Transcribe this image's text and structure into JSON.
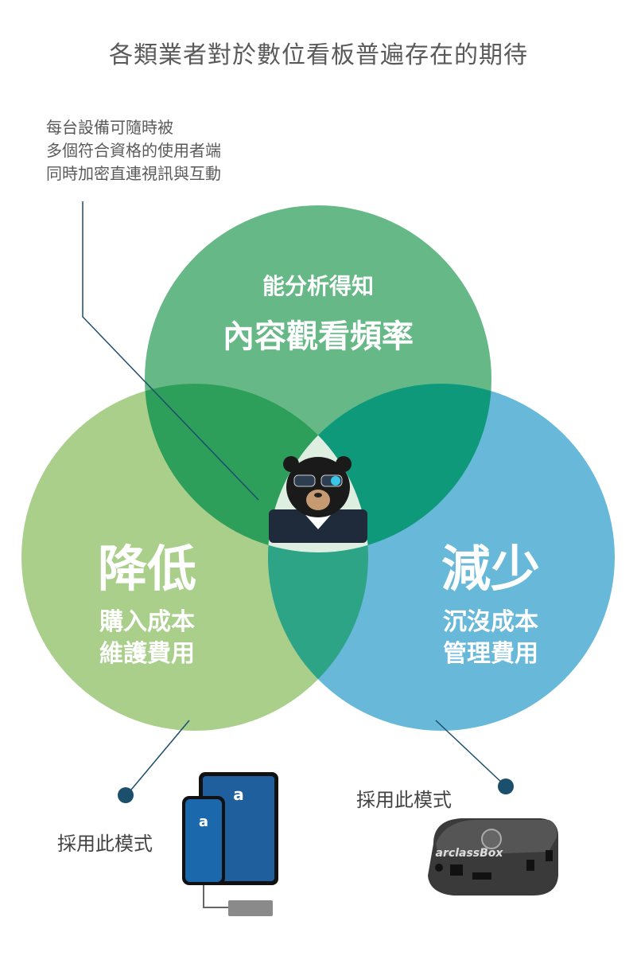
{
  "title": "各類業者對於數位看板普遍存在的期待",
  "note": [
    "每台設備可隨時被",
    "多個符合資格的使用者端",
    "同時加密直連視訊與互動"
  ],
  "venn": {
    "top": {
      "subtitle": "能分析得知",
      "title": "內容觀看頻率",
      "color": "#66b887"
    },
    "left": {
      "big": "降低",
      "line1": "購入成本",
      "line2": "維護費用",
      "color": "#a9cf8b"
    },
    "right": {
      "big": "減少",
      "line1": "沉沒成本",
      "line2": "管理費用",
      "color": "#68b8d9"
    }
  },
  "devices": {
    "left_mode": "採用此模式",
    "right_mode": "採用此模式",
    "box_logo": "arclassBox",
    "tablet_logo": "a"
  }
}
